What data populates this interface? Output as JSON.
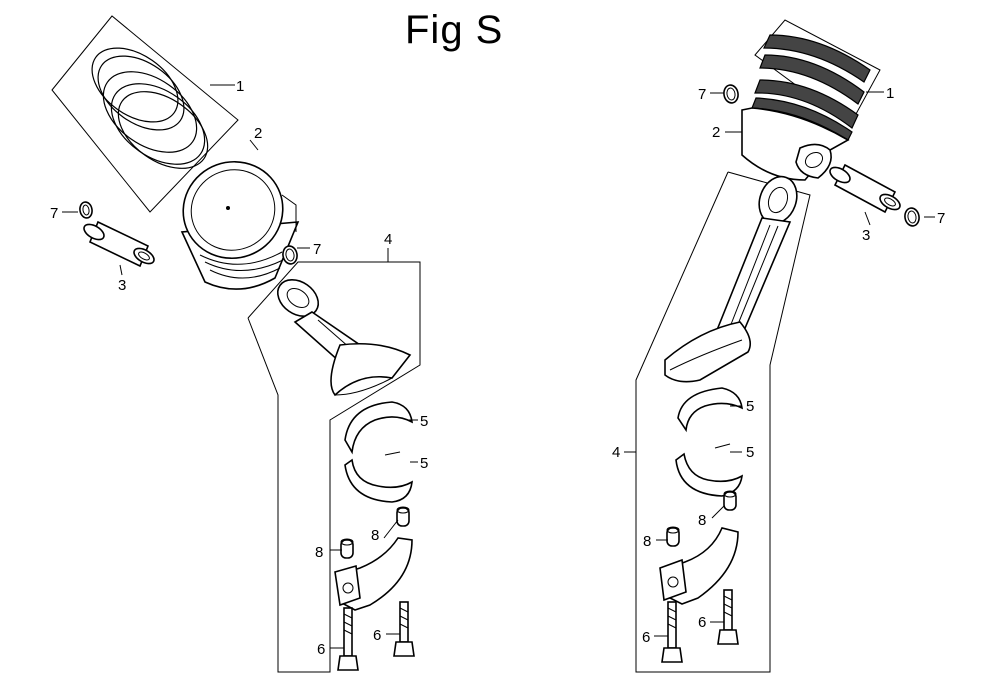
{
  "figure": {
    "title": "Fig S"
  },
  "left_view": {
    "callouts": {
      "c1": "1",
      "c2": "2",
      "c3": "3",
      "c4": "4",
      "c5a": "5",
      "c5b": "5",
      "c6a": "6",
      "c6b": "6",
      "c7a": "7",
      "c7b": "7",
      "c8a": "8",
      "c8b": "8"
    }
  },
  "right_view": {
    "callouts": {
      "c1": "1",
      "c2": "2",
      "c3": "3",
      "c4": "4",
      "c5a": "5",
      "c5b": "5",
      "c6a": "6",
      "c6b": "6",
      "c7a": "7",
      "c7b": "7",
      "c8a": "8",
      "c8b": "8"
    }
  }
}
